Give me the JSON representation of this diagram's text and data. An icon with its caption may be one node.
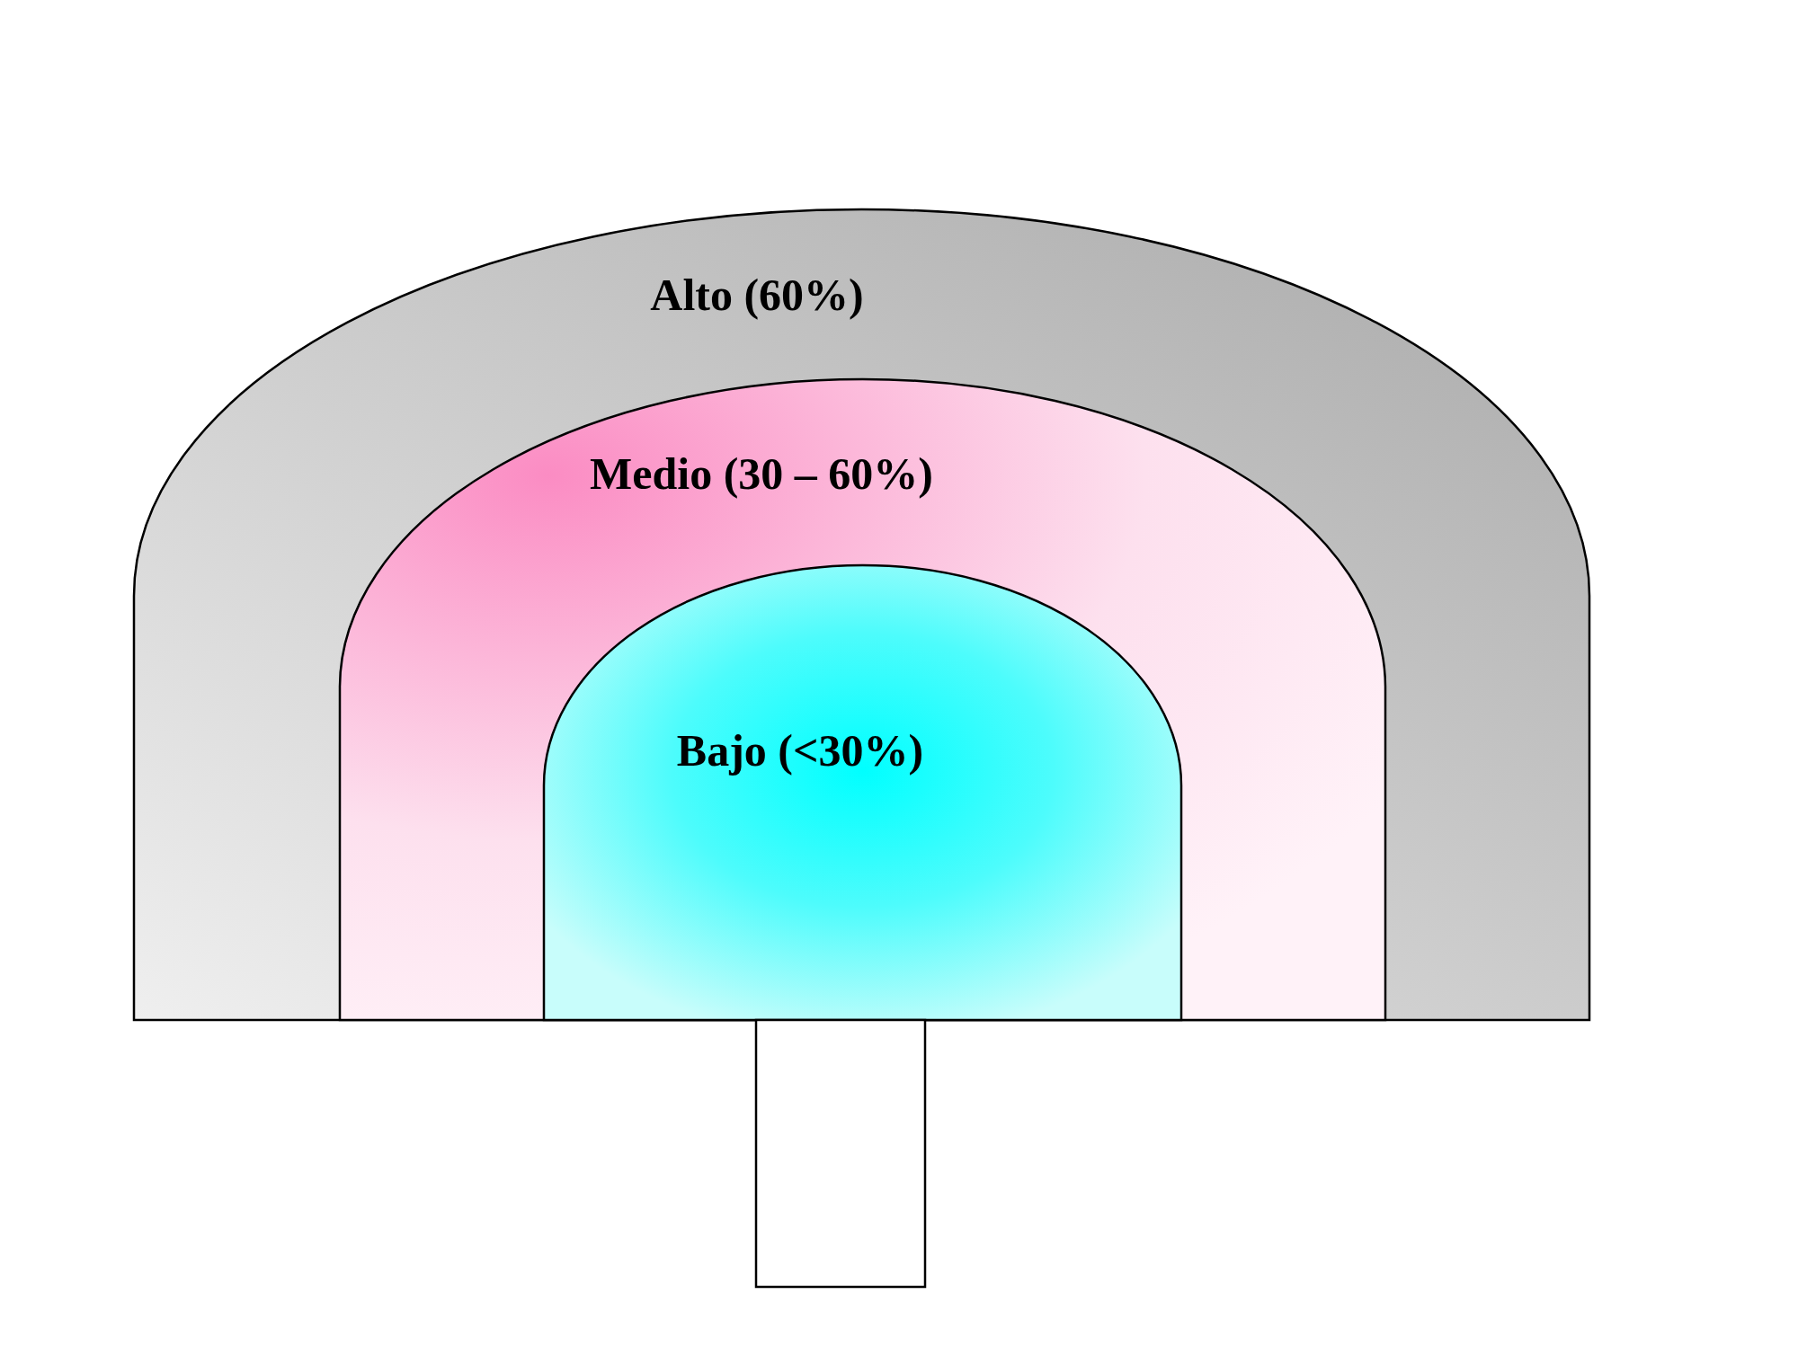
{
  "diagram": {
    "nodes": [
      {
        "text": [
          "Alto (60%)"
        ]
      },
      {
        "text": [
          "Medio (30 – 60%)"
        ],
        "in": 0
      },
      {
        "text": [
          "Bajo (<30%)"
        ],
        "in": 1
      },
      {
        "text": [],
        "shape": "box"
      }
    ]
  }
}
